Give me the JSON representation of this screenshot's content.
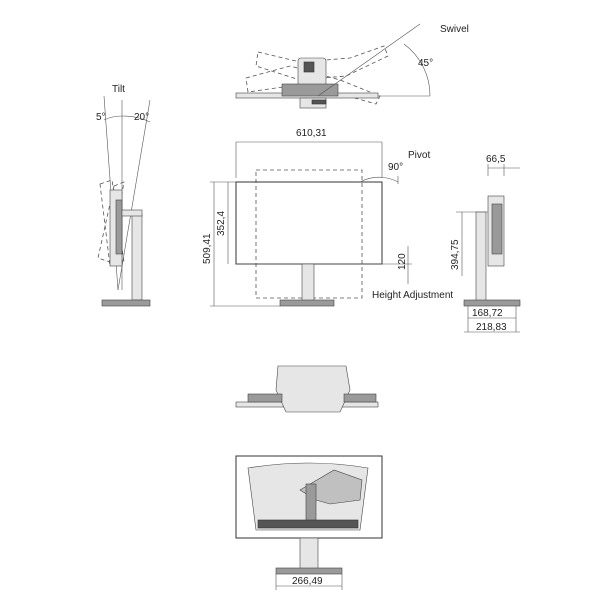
{
  "labels": {
    "swivel": "Swivel",
    "swivel_angle": "45°",
    "tilt": "Tilt",
    "tilt_forward": "5°",
    "tilt_back": "20°",
    "pivot": "Pivot",
    "pivot_angle": "90°",
    "height_adjustment": "Height Adjustment"
  },
  "dimensions": {
    "width_overall": "610,31",
    "height_max": "509,41",
    "panel_height": "352,4",
    "height_range": "120",
    "depth_panel": "66,5",
    "side_height": "394,75",
    "base_depth_1": "168,72",
    "base_depth_2": "218,83",
    "base_width": "266,49"
  }
}
